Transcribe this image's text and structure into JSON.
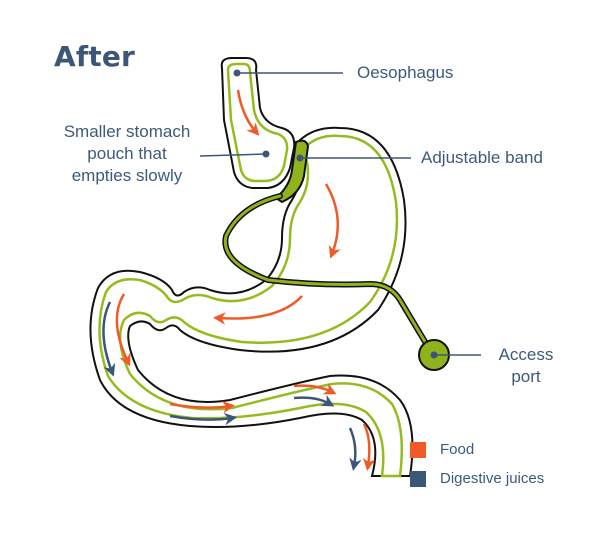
{
  "title": "After",
  "labels": {
    "oesophagus": "Oesophagus",
    "pouch": [
      "Smaller stomach",
      "pouch that",
      "empties slowly"
    ],
    "band": "Adjustable band",
    "port": [
      "Access",
      "port"
    ]
  },
  "legend": [
    {
      "label": "Food",
      "color": "#f05a28"
    },
    {
      "label": "Digestive juices",
      "color": "#3b5677"
    }
  ],
  "colors": {
    "outline": "#111111",
    "lining": "#95bc1f",
    "band_fill": "#8fb21d",
    "food_arrow": "#f05a28",
    "juice_arrow": "#3b5677",
    "label_text": "#3d5a7a",
    "leader_line": "#3b5677"
  }
}
